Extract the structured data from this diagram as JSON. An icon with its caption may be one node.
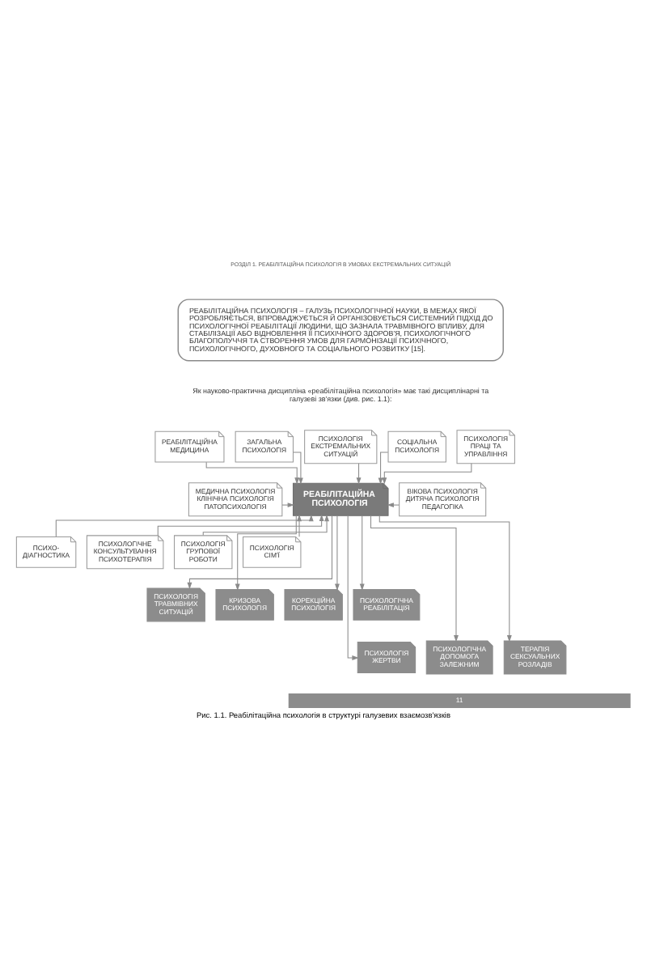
{
  "diagram": {
    "caption": "Рис. 1.1. Реабілітаційна психологія в структурі галузевих взаємозв'язків",
    "nodes": [
      {
        "text": [
          "РЕАБІЛІТАЦІЙНА ПСИХОЛОГІЯ – ГАЛУЗЬ ПСИХОЛОГІЧНОЇ НАУКИ, В МЕЖАХ ЯКОЇ РОЗРОБЛЯЄТЬСЯ, ВПРОВАДЖУЄТЬСЯ Й ОРГАНІЗОВУЄТЬСЯ СИСТЕМНИЙ ПІДХІД ДО ПСИХОЛОГІЧНОЇ РЕАБІЛІТАЦІЇ ЛЮДИНИ, ЩО ЗАЗНАЛА ТРАВМІВНОГО ВПЛИВУ, ДЛЯ СТАБІЛІЗАЦІЇ АБО ВІДНОВЛЕННЯ ЇЇ ПСИХІЧНОГО ЗДОРОВ'Я, ПСИХОЛОГІЧНОГО БЛАГОПОЛУЧЧЯ ТА СТВОРЕННЯ УМОВ ДЛЯ ГАРМОНІЗАЦІЇ ПСИХІЧНОГО, ПСИХОЛОГІЧНОГО, ДУХОВНОГО ТА СОЦІАЛЬНОГО РОЗВИТКУ [15]."
        ]
      },
      {
        "text": [
          "РЕАБІЛІТАЦІЙНА МЕДИЦИНА"
        ]
      },
      {
        "text": [
          "ЗАГАЛЬНА ПСИХОЛОГІЯ"
        ]
      },
      {
        "text": [
          "ПСИХОЛОГІЯ ЕКСТРЕМАЛЬНИХ СИТУАЦІЙ"
        ]
      },
      {
        "text": [
          "СОЦІАЛЬНА ПСИХОЛОГІЯ"
        ]
      },
      {
        "text": [
          "ПСИХОЛОГІЯ ПРАЦІ ТА УПРАВЛІННЯ"
        ]
      },
      {
        "text": [
          "МЕДИЧНА ПСИХОЛОГІЯ",
          "КЛІНІЧНА ПСИХОЛОГІЯ",
          "ПАТОПСИХОЛОГІЯ"
        ]
      },
      {
        "text": [
          "РЕАБІЛІТАЦІЙНА ПСИХОЛОГІЯ"
        ]
      },
      {
        "text": [
          "ВІКОВА ПСИХОЛОГІЯ",
          "ДИТЯЧА ПСИХОЛОГІЯ",
          "ПЕДАГОГІКА"
        ]
      },
      {
        "text": [
          "ПСИХО-ДІАГНОСТИКА"
        ]
      },
      {
        "text": [
          "ПСИХОЛОГІЧНЕ КОНСУЛЬТУВАННЯ",
          "ПСИХОТЕРАПІЯ"
        ]
      },
      {
        "text": [
          "ПСИХОЛОГІЯ ГРУПОВОЇ РОБОТИ"
        ]
      },
      {
        "text": [
          "ПСИХОЛОГІЯ СІМ'Ї"
        ]
      },
      {
        "text": [
          "ПСИХОЛОГІЯ ТРАВМІВНИХ СИТУАЦІЙ"
        ]
      },
      {
        "text": [
          "КРИЗОВА ПСИХОЛОГІЯ"
        ]
      },
      {
        "text": [
          "КОРЕКЦІЙНА ПСИХОЛОГІЯ"
        ]
      },
      {
        "text": [
          "ПСИХОЛОГІЧНА РЕАБІЛІТАЦІЯ"
        ]
      },
      {
        "text": [
          "ПСИХОЛОГІЯ ЖЕРТВИ"
        ]
      },
      {
        "text": [
          "ПСИХОЛОГІЧНА ДОПОМОГА ЗАЛЕЖНИМ"
        ]
      },
      {
        "text": [
          "ТЕРАПІЯ СЕКСУАЛЬНИХ РОЗЛАДІВ"
        ]
      }
    ],
    "edges": [
      {
        "from": 1,
        "to": 7,
        "arrow": "to"
      },
      {
        "from": 2,
        "to": 7,
        "arrow": "to"
      },
      {
        "from": 3,
        "to": 7,
        "arrow": "to"
      },
      {
        "from": 4,
        "to": 7,
        "arrow": "to"
      },
      {
        "from": 5,
        "to": 7,
        "arrow": "to"
      },
      {
        "from": 6,
        "to": 7,
        "arrow": "to"
      },
      {
        "from": 8,
        "to": 7,
        "arrow": "to"
      },
      {
        "from": 9,
        "to": 7,
        "arrow": "to"
      },
      {
        "from": 10,
        "to": 7,
        "arrow": "to"
      },
      {
        "from": 11,
        "to": 7,
        "arrow": "to"
      },
      {
        "from": 12,
        "to": 7,
        "arrow": "to"
      },
      {
        "from": 7,
        "to": 13,
        "arrow": "to"
      },
      {
        "from": 7,
        "to": 14,
        "arrow": "to"
      },
      {
        "from": 7,
        "to": 15,
        "arrow": "to"
      },
      {
        "from": 7,
        "to": 16,
        "arrow": "to"
      },
      {
        "from": 7,
        "to": 17,
        "arrow": "to"
      },
      {
        "from": 7,
        "to": 18,
        "arrow": "to"
      },
      {
        "from": 7,
        "to": 19,
        "arrow": "to"
      }
    ],
    "labels": [
      "РОЗДІЛ 1. РЕАБІЛІТАЦІЙНА ПСИХОЛОГІЯ В УМОВАХ ЕКСТРЕМАЛЬНИХ СИТУАЦІЙ",
      "Як науково-практична дисципліна «реабілітаційна психологія» має такі дисциплінарні та галузеві зв'язки (див. рис. 1.1):",
      "11"
    ]
  }
}
